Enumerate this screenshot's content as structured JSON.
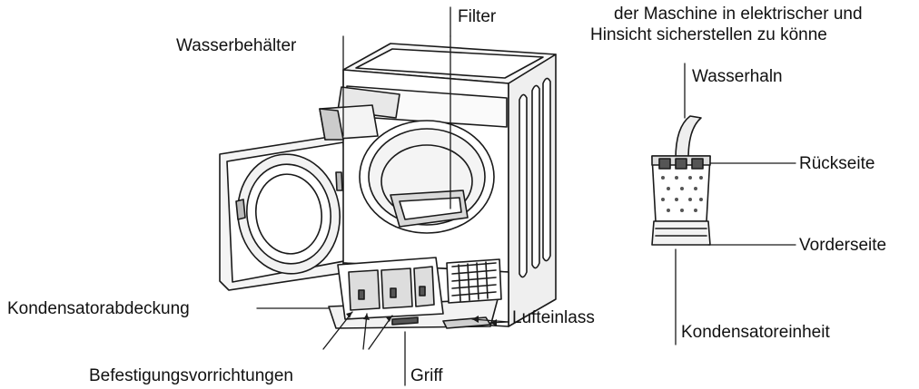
{
  "header_note": {
    "line1": "der Maschine in elektrischer und",
    "line2": "Hinsicht sicherstellen zu könne"
  },
  "labels": {
    "filter": "Filter",
    "water_container": "Wasserbehälter",
    "condenser_cover": "Kondensatorabdeckung",
    "fastening_devices": "Befestigungsvorrichtungen",
    "handle": "Griff",
    "air_inlet": "Lufteinlass",
    "water_tap": "Wasserhaln",
    "back_side": "Rückseite",
    "front_side": "Vorderseite",
    "condenser_unit": "Kondensatoreinheit"
  },
  "colors": {
    "line": "#1a1a1a",
    "fill_light": "#f2f2f2",
    "fill_mid": "#d9d9d9",
    "fill_dark": "#555555"
  }
}
